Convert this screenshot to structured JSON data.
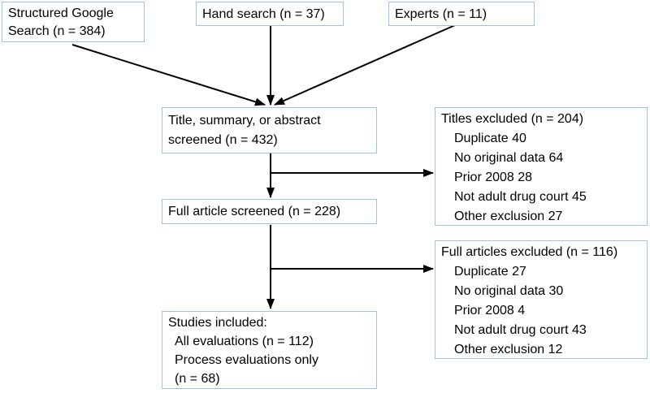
{
  "theme": {
    "box_border_color": "#9DC3E6",
    "arrow_color": "#000000",
    "background_color": "#FFFFFF",
    "text_color": "#000000"
  },
  "diagram": {
    "type": "flowchart",
    "boxes": {
      "google_search": {
        "label": "Structured Google Search (n = 384)"
      },
      "hand_search": {
        "label": "Hand search (n = 37)"
      },
      "experts": {
        "label": "Experts (n = 11)"
      },
      "title_screened": {
        "label": "Title, summary, or abstract screened (n = 432)"
      },
      "titles_excluded": {
        "title": "Titles excluded (n = 204)",
        "items": [
          "Duplicate 40",
          "No original data 64",
          "Prior 2008 28",
          "Not adult drug court 45",
          "Other exclusion 27"
        ]
      },
      "full_article_screened": {
        "label": "Full article screened (n = 228)"
      },
      "full_articles_excluded": {
        "title": "Full articles excluded (n = 116)",
        "items": [
          "Duplicate 27",
          "No original data 30",
          "Prior 2008 4",
          "Not adult drug court 43",
          "Other exclusion 12"
        ]
      },
      "studies_included": {
        "title": "Studies included:",
        "items": [
          "All evaluations (n = 112)",
          "Process evaluations only",
          "(n = 68)"
        ]
      }
    }
  }
}
